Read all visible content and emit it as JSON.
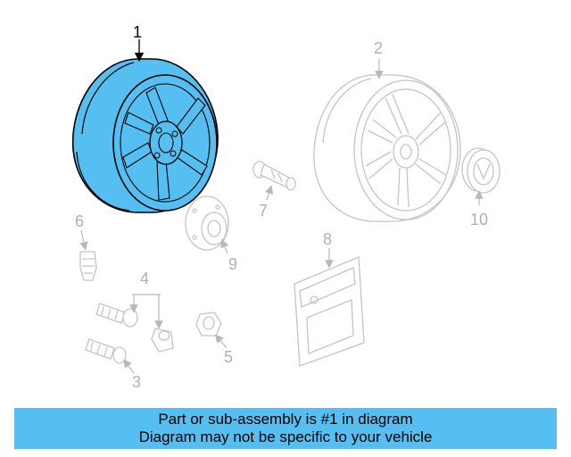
{
  "callouts": {
    "c1": "1",
    "c2": "2",
    "c3": "3",
    "c4": "4",
    "c5": "5",
    "c6": "6",
    "c7": "7",
    "c8": "8",
    "c9": "9",
    "c10": "10"
  },
  "banner": {
    "line1": "Part or sub-assembly is #1 in diagram",
    "line2": "Diagram may not be specific to your vehicle"
  },
  "colors": {
    "highlight": "#55bff2",
    "part_outline": "#c4c4c4",
    "active_callout": "#000000"
  }
}
